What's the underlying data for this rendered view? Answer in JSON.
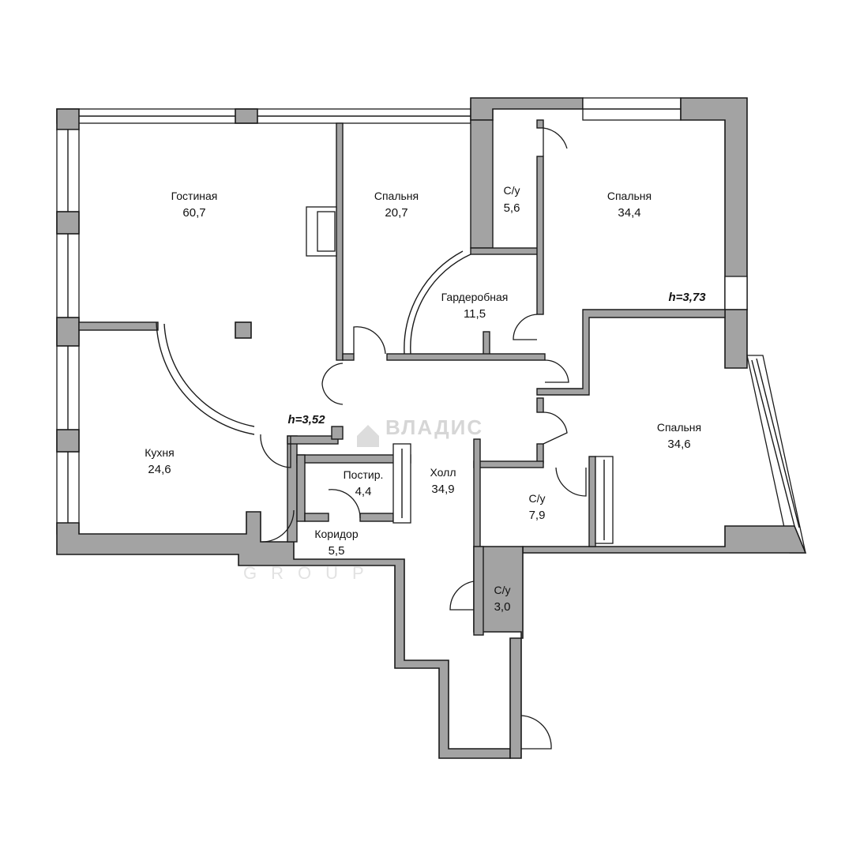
{
  "rooms": {
    "living": {
      "name": "Гостиная",
      "area": "60,7"
    },
    "bed1": {
      "name": "Спальня",
      "area": "20,7"
    },
    "wc1": {
      "name": "С/у",
      "area": "5,6"
    },
    "bed2": {
      "name": "Спальня",
      "area": "34,4"
    },
    "wardrobe": {
      "name": "Гардеробная",
      "area": "11,5"
    },
    "kitchen": {
      "name": "Кухня",
      "area": "24,6"
    },
    "laundry": {
      "name": "Постир.",
      "area": "4,4"
    },
    "hall": {
      "name": "Холл",
      "area": "34,9"
    },
    "bed3": {
      "name": "Спальня",
      "area": "34,6"
    },
    "wc2": {
      "name": "С/у",
      "area": "7,9"
    },
    "corridor": {
      "name": "Коридор",
      "area": "5,5"
    },
    "wc3": {
      "name": "С/у",
      "area": "3,0"
    }
  },
  "heights": {
    "left": "h=3,52",
    "right": "h=3,73"
  },
  "watermark": {
    "brand": "ВЛАДИС",
    "group": "GROUP"
  },
  "colors": {
    "wall": "#a3a3a3",
    "line": "#1a1a1a",
    "background": "#ffffff"
  }
}
